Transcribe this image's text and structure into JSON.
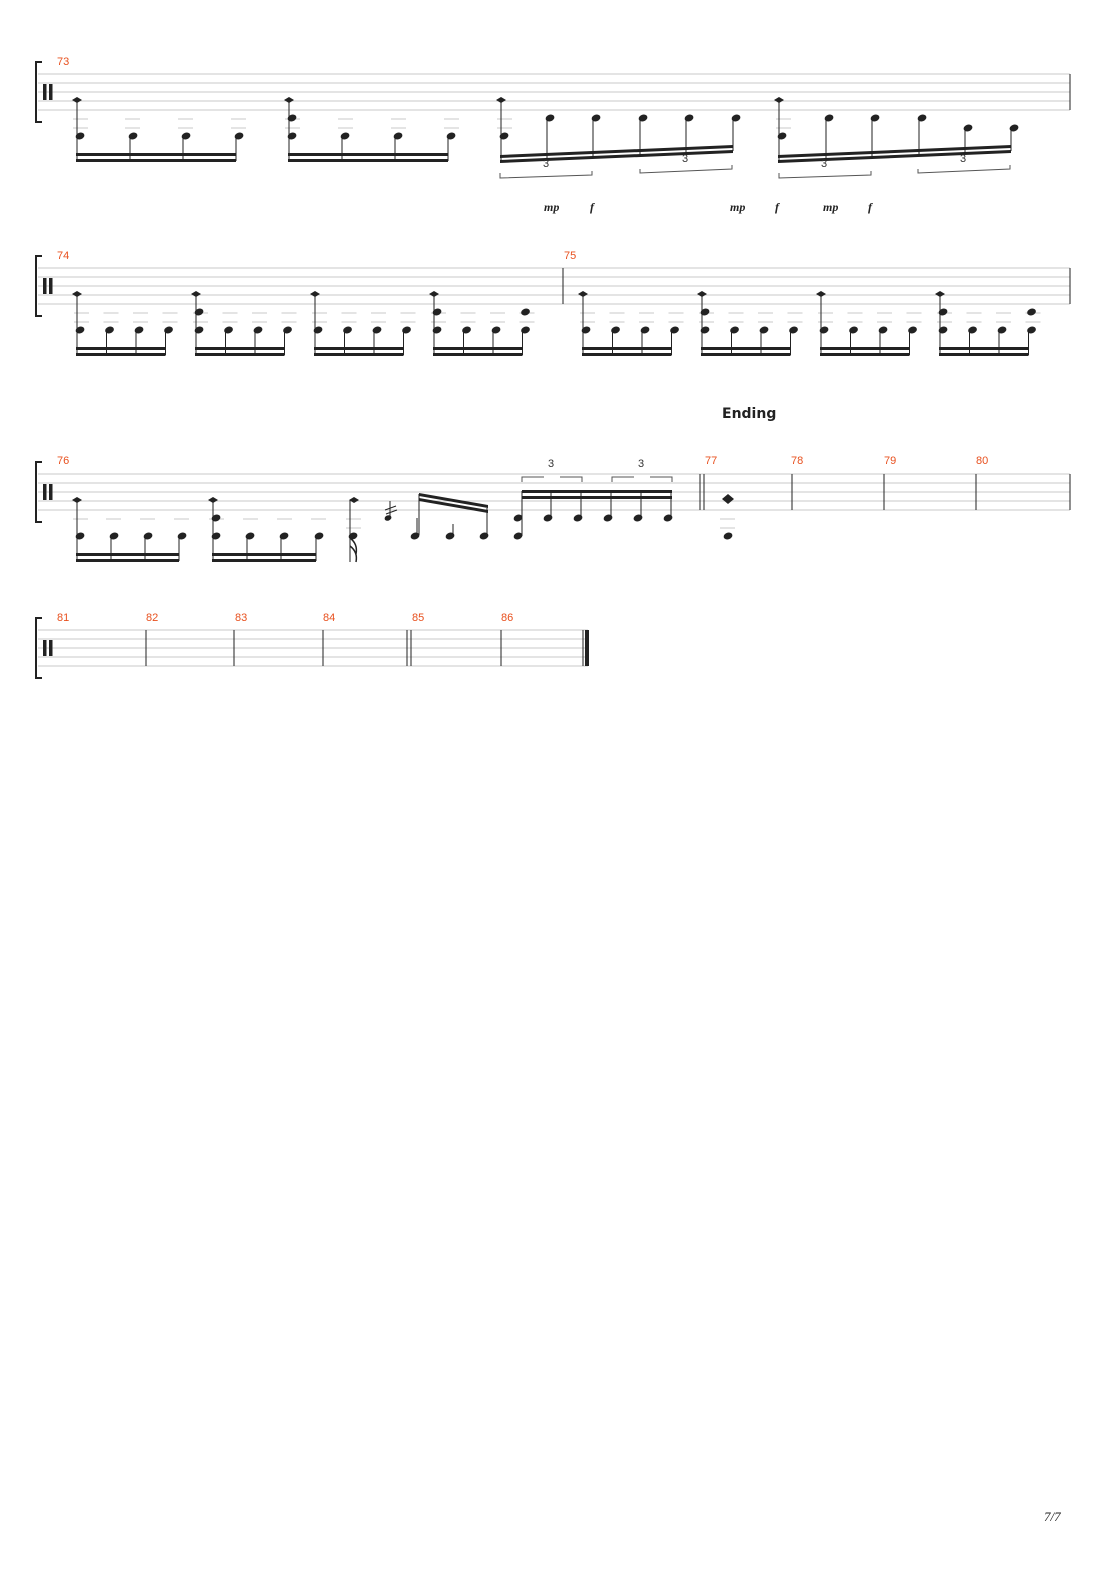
{
  "section_label": "Ending",
  "page_number": "7/7",
  "dynamics": [
    "mp",
    "f",
    "mp",
    "f",
    "mp",
    "f"
  ],
  "tuplet": "3",
  "systems": [
    {
      "measures": [
        "73"
      ]
    },
    {
      "measures": [
        "74",
        "75"
      ]
    },
    {
      "measures": [
        "76",
        "77",
        "78",
        "79",
        "80"
      ]
    },
    {
      "measures": [
        "81",
        "82",
        "83",
        "84",
        "85",
        "86"
      ]
    }
  ],
  "colors": {
    "measure_number": "#e8501e",
    "ink": "#222222",
    "staff_line": "#c8c8c8"
  }
}
